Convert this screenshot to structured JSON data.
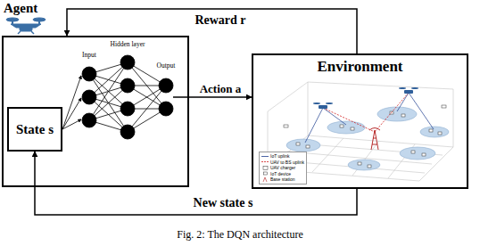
{
  "diagram": {
    "caption": "Fig. 2: The DQN architecture",
    "nodes": [
      {
        "text": [
          "Agent"
        ]
      },
      {
        "text": [
          "State s"
        ],
        "in": 0
      },
      {
        "text": [
          "Environment"
        ]
      }
    ],
    "edges": [
      {
        "from": 2,
        "to": 0,
        "label": "Reward r",
        "arrow": "to"
      },
      {
        "from": 0,
        "to": 2,
        "label": "Action a",
        "arrow": "to"
      },
      {
        "from": 2,
        "to": 1,
        "label": "New state s",
        "arrow": "to"
      }
    ],
    "labels": [
      "Input",
      "Hidden layer",
      "Output"
    ],
    "legend": [
      {
        "text": "IoT uplink"
      },
      {
        "text": "UAV to BS uplink"
      },
      {
        "text": "UAV charger"
      },
      {
        "text": "IoT device"
      },
      {
        "text": "Base station"
      }
    ]
  }
}
